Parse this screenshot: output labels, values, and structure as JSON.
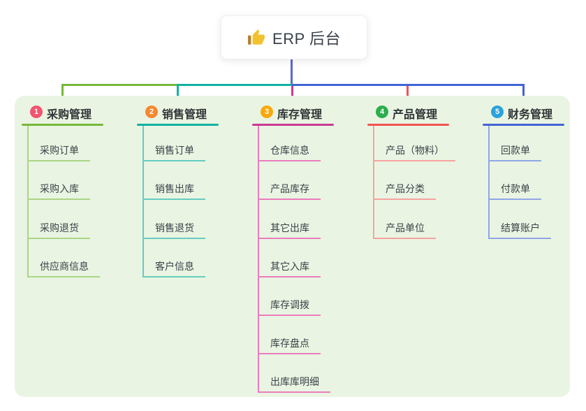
{
  "root": {
    "icon": "thumbs-up",
    "label": "ERP 后台"
  },
  "colors": {
    "page-bg": "#ffffff",
    "panel-bg": "#e9f5e2",
    "root-line": "#5b68d4",
    "b1-main": "#76b83a",
    "b1-light": "#abd584",
    "b1-badge": "#f3536f",
    "b2-main": "#12b2a2",
    "b2-light": "#66ccc0",
    "b2-badge": "#f6882f",
    "b3-main": "#c93a94",
    "b3-light": "#ea7cbd",
    "b3-badge": "#fba70d",
    "b4-main": "#f25353",
    "b4-light": "#f7a2a0",
    "b4-badge": "#2bae4e",
    "b5-main": "#4164d4",
    "b5-light": "#90a5e6",
    "b5-badge": "#2aa2dc",
    "thumb": "#f2c12e"
  },
  "branches": [
    {
      "num": "1",
      "label": "采购管理",
      "children": [
        "采购订单",
        "采购入库",
        "采购退货",
        "供应商信息"
      ]
    },
    {
      "num": "2",
      "label": "销售管理",
      "children": [
        "销售订单",
        "销售出库",
        "销售退货",
        "客户信息"
      ]
    },
    {
      "num": "3",
      "label": "库存管理",
      "children": [
        "仓库信息",
        "产品库存",
        "其它出库",
        "其它入库",
        "库存调拨",
        "库存盘点",
        "出库库明细"
      ]
    },
    {
      "num": "4",
      "label": "产品管理",
      "children": [
        "产品（物料）",
        "产品分类",
        "产品单位"
      ]
    },
    {
      "num": "5",
      "label": "财务管理",
      "children": [
        "回款单",
        "付款单",
        "结算账户"
      ]
    }
  ]
}
